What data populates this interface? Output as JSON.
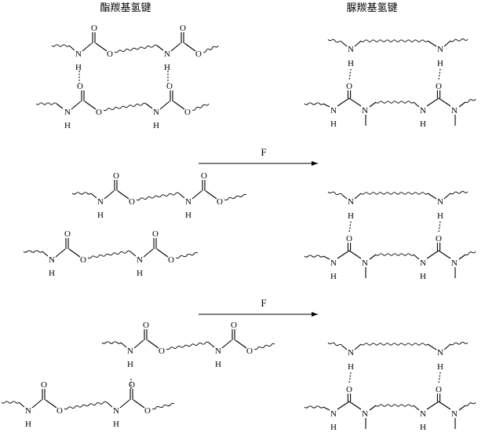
{
  "titles": {
    "ester": "酯羰基氢键",
    "urea": "脲羰基氢键"
  },
  "atoms": {
    "N": "N",
    "H": "H",
    "O": "O"
  },
  "arrows": [
    {
      "label": "F"
    },
    {
      "label": "F"
    }
  ],
  "colors": {
    "ink": "#000000",
    "background": "#ffffff"
  }
}
